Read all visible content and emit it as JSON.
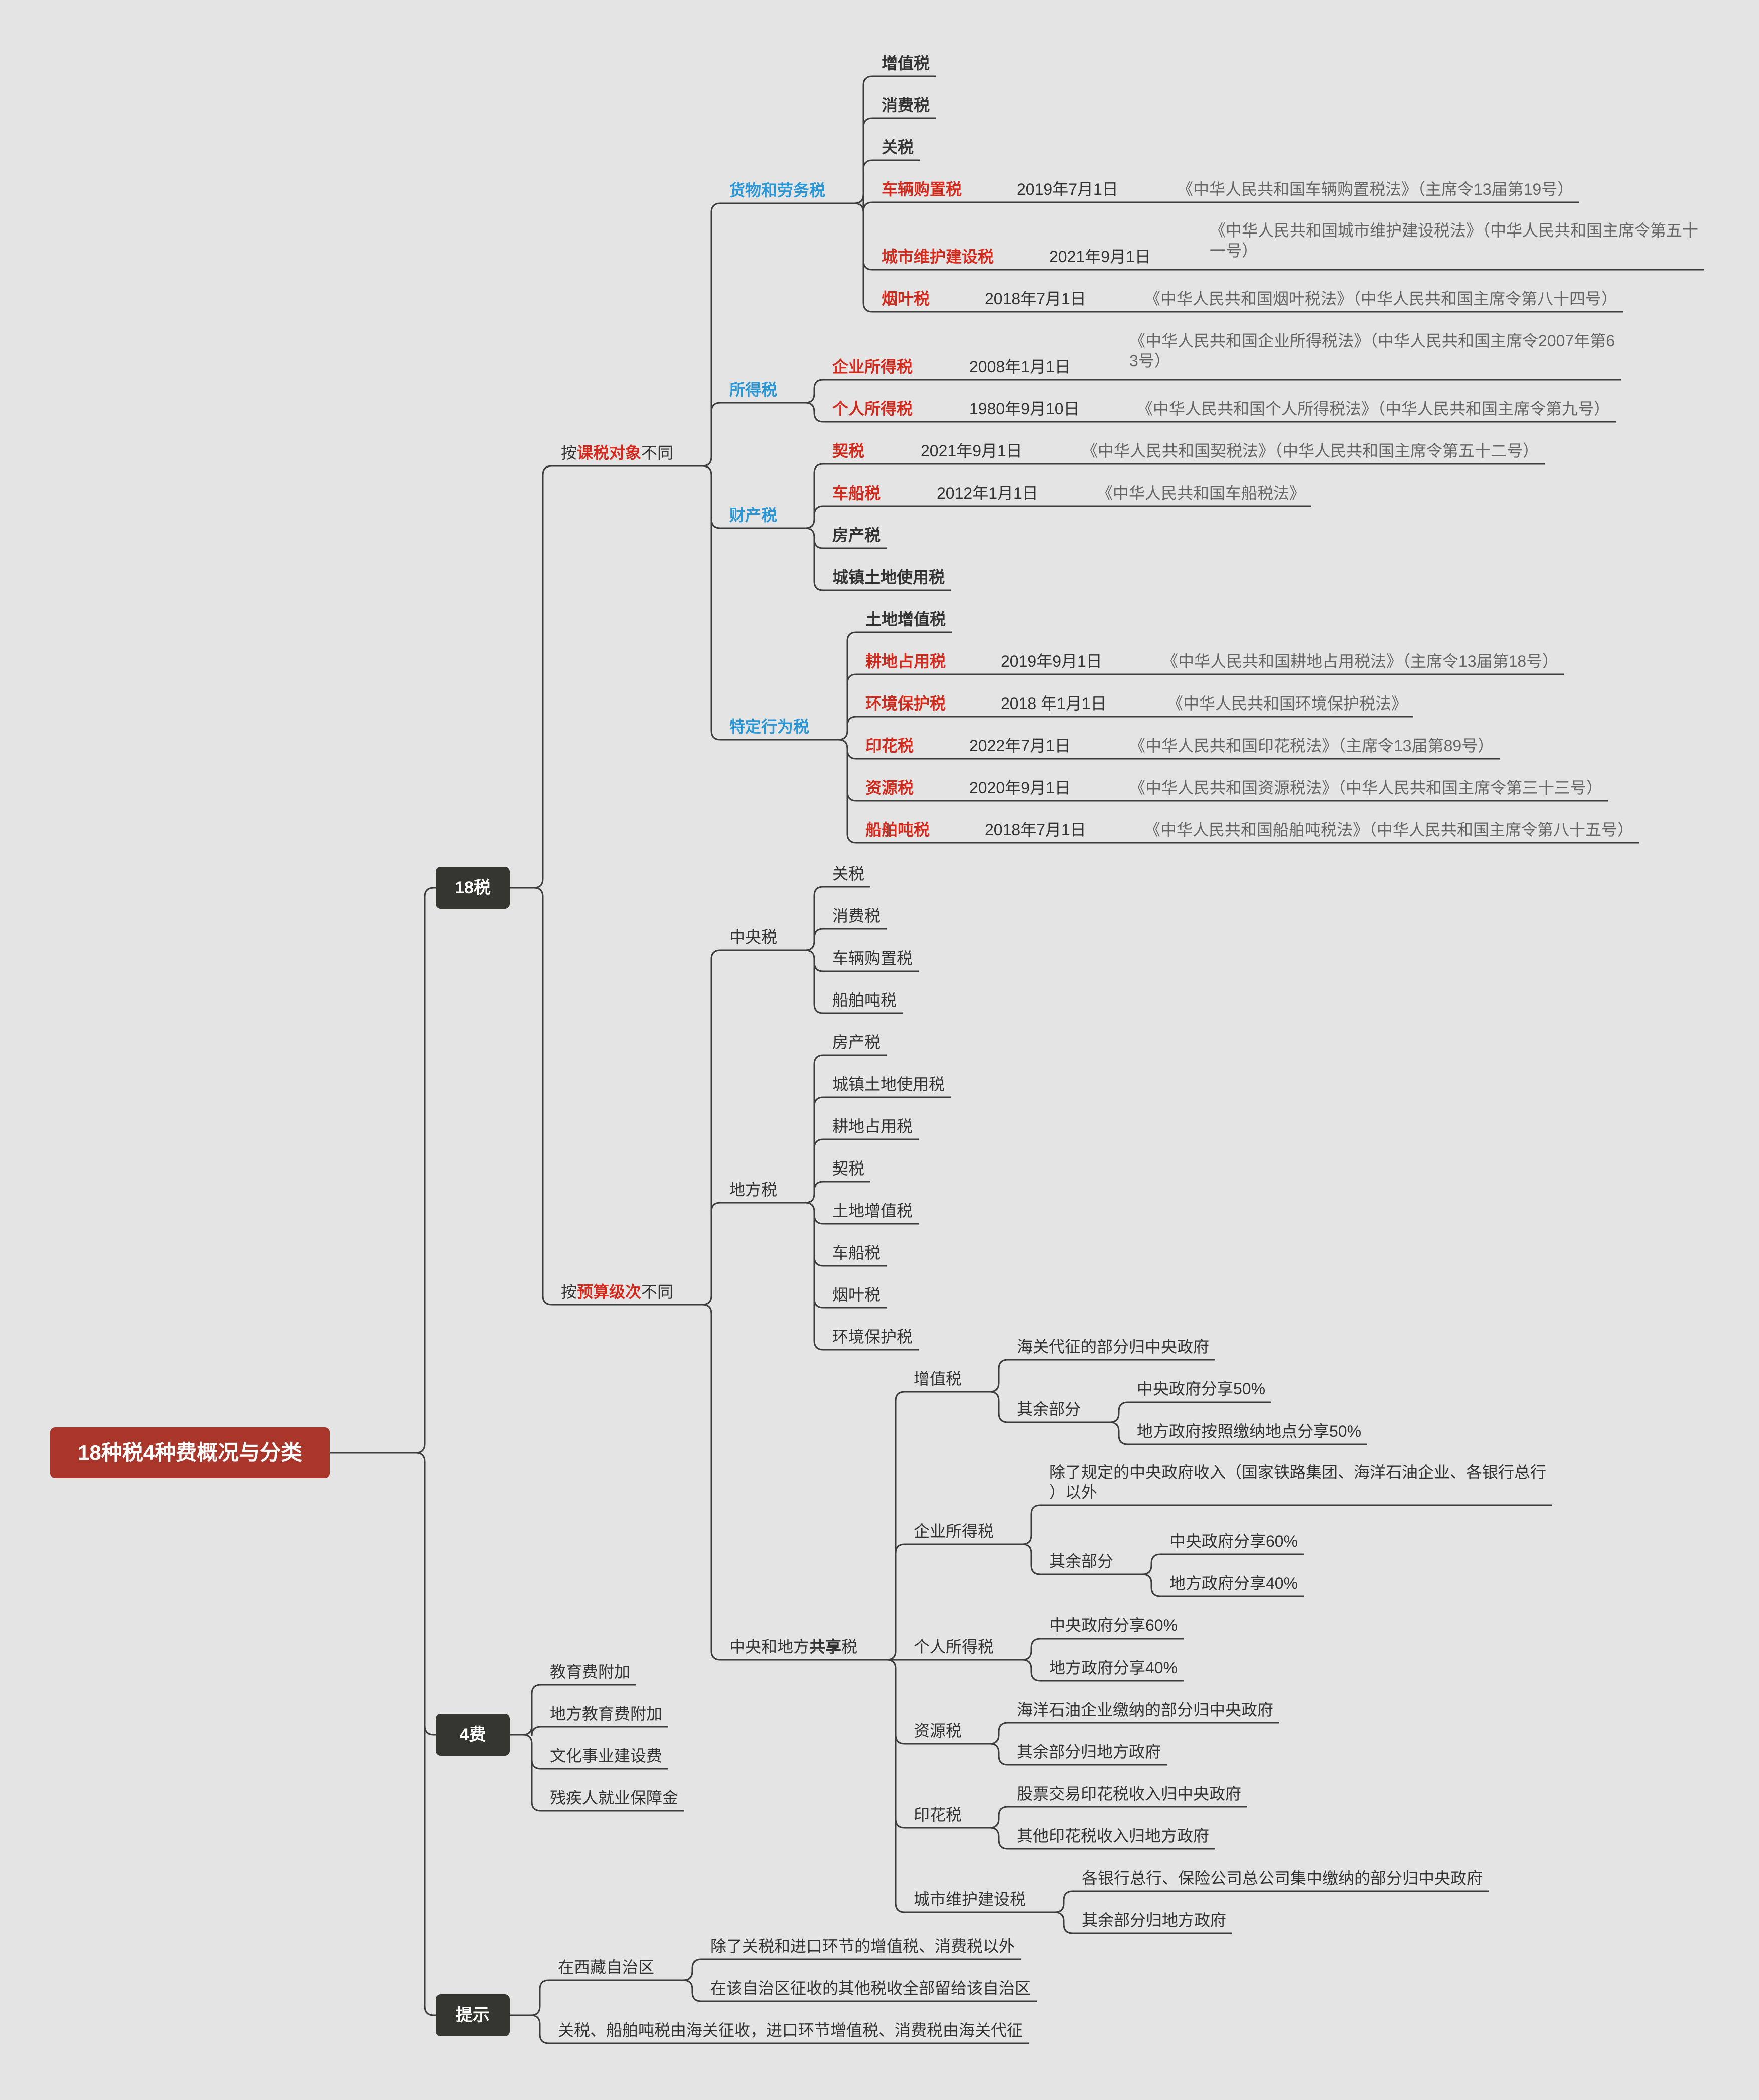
{
  "root": "18种税4种费概况与分类",
  "colors": {
    "background": "#e4e4e4",
    "root": "#a9362a",
    "box": "#35362f",
    "category": "#2a96d6",
    "highlight": "#d22b1e",
    "line": "#3c3c3c"
  },
  "branch18": {
    "label": "18税",
    "by_object": {
      "pre": "按",
      "hl": "课税对象",
      "post": "不同",
      "goods": {
        "label": "货物和劳务税",
        "zzs": "增值税",
        "xfs": "消费税",
        "gs": "关税",
        "clgzs": {
          "name": "车辆购置税",
          "date": "2019年7月1日",
          "law": "《中华人民共和国车辆购置税法》（主席令13届第19号）"
        },
        "cswh": {
          "name": "城市维护建设税",
          "date": "2021年9月1日",
          "law1": "《中华人民共和国城市维护建设税法》（中华人民共和国主席令第五十",
          "law2": "一号）"
        },
        "yys": {
          "name": "烟叶税",
          "date": "2018年7月1日",
          "law": "《中华人民共和国烟叶税法》（中华人民共和国主席令第八十四号）"
        }
      },
      "income": {
        "label": "所得税",
        "qy": {
          "name": "企业所得税",
          "date": "2008年1月1日",
          "law1": "《中华人民共和国企业所得税法》（中华人民共和国主席令2007年第6",
          "law2": "3号）"
        },
        "gr": {
          "name": "个人所得税",
          "date": "1980年9月10日",
          "law": "《中华人民共和国个人所得税法》（中华人民共和国主席令第九号）"
        }
      },
      "property": {
        "label": "财产税",
        "qs": {
          "name": "契税",
          "date": "2021年9月1日",
          "law": "《中华人民共和国契税法》（中华人民共和国主席令第五十二号）"
        },
        "ccs": {
          "name": "车船税",
          "date": "2012年1月1日",
          "law": "《中华人民共和国车船税法》"
        },
        "fcs": "房产税",
        "cztd": "城镇土地使用税"
      },
      "behavior": {
        "label": "特定行为税",
        "tdzz": "土地增值税",
        "gd": {
          "name": "耕地占用税",
          "date": "2019年9月1日",
          "law": "《中华人民共和国耕地占用税法》（主席令13届第18号）"
        },
        "hb": {
          "name": "环境保护税",
          "date": "2018 年1月1日",
          "law": "《中华人民共和国环境保护税法》"
        },
        "yh": {
          "name": "印花税",
          "date": "2022年7月1日",
          "law": "《中华人民共和国印花税法》（主席令13届第89号）"
        },
        "zy": {
          "name": "资源税",
          "date": "2020年9月1日",
          "law": "《中华人民共和国资源税法》（中华人民共和国主席令第三十三号）"
        },
        "cb": {
          "name": "船舶吨税",
          "date": "2018年7月1日",
          "law": "《中华人民共和国船舶吨税法》（中华人民共和国主席令第八十五号）"
        }
      }
    },
    "by_budget": {
      "pre": "按",
      "hl": "预算级次",
      "post": "不同",
      "central": {
        "label": "中央税",
        "items": [
          "关税",
          "消费税",
          "车辆购置税",
          "船舶吨税"
        ]
      },
      "local": {
        "label": "地方税",
        "items": [
          "房产税",
          "城镇土地使用税",
          "耕地占用税",
          "契税",
          "土地增值税",
          "车船税",
          "烟叶税",
          "环境保护税"
        ]
      },
      "shared": {
        "pre": "中央和地方",
        "hl": "共享",
        "post": "税",
        "vat": {
          "label": "增值税",
          "a": "海关代征的部分归中央政府",
          "rest": "其余部分",
          "r1": "中央政府分享50%",
          "r2": "地方政府按照缴纳地点分享50%"
        },
        "eit": {
          "label": "企业所得税",
          "a1": "除了规定的中央政府收入（国家铁路集团、海洋石油企业、各银行总行",
          "a2": "）以外",
          "rest": "其余部分",
          "r1": "中央政府分享60%",
          "r2": "地方政府分享40%"
        },
        "iit": {
          "label": "个人所得税",
          "r1": "中央政府分享60%",
          "r2": "地方政府分享40%"
        },
        "res": {
          "label": "资源税",
          "a": "海洋石油企业缴纳的部分归中央政府",
          "b": "其余部分归地方政府"
        },
        "stamp": {
          "label": "印花税",
          "a": "股票交易印花税收入归中央政府",
          "b": "其他印花税收入归地方政府"
        },
        "city": {
          "label": "城市维护建设税",
          "a": "各银行总行、保险公司总公司集中缴纳的部分归中央政府",
          "b": "其余部分归地方政府"
        }
      }
    }
  },
  "branch4": {
    "label": "4费",
    "items": [
      "教育费附加",
      "地方教育费附加",
      "文化事业建设费",
      "残疾人就业保障金"
    ]
  },
  "tips": {
    "label": "提示",
    "tibet": "在西藏自治区",
    "t1": "除了关税和进口环节的增值税、消费税以外",
    "t2": "在该自治区征收的其他税收全部留给该自治区",
    "t3": "关税、船舶吨税由海关征收，进口环节增值税、消费税由海关代征"
  }
}
